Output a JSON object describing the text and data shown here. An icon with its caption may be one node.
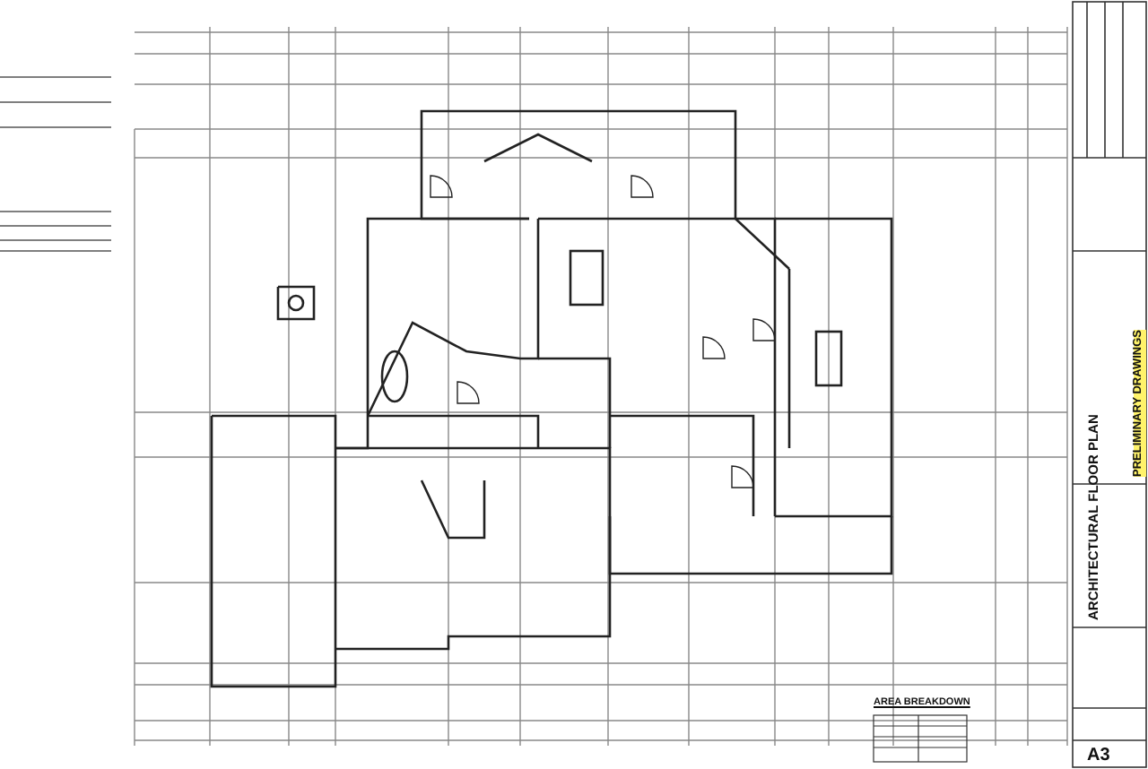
{
  "diagram": {
    "title": "ARCHITECTURAL FLOOR PLAN",
    "labels": [
      "PRELIMINARY DRAWINGS",
      "A3",
      "AREA BREAKDOWN"
    ]
  }
}
